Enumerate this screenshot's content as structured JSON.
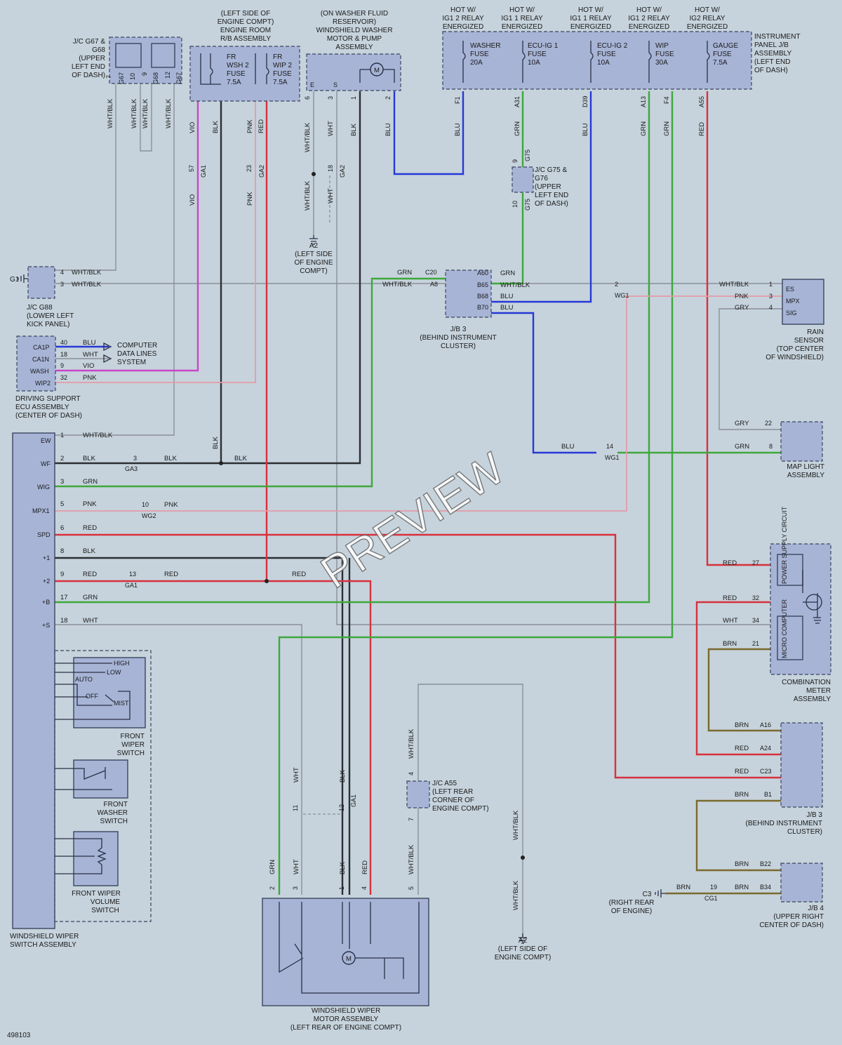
{
  "diagram_id": "498103",
  "watermark": "PREVIEW",
  "headers": {
    "h1": [
      "HOT W/",
      "IG1 2 RELAY",
      "ENERGIZED"
    ],
    "h2": [
      "HOT W/",
      "IG1 1 RELAY",
      "ENERGIZED"
    ],
    "h3": [
      "HOT W/",
      "IG1 1 RELAY",
      "ENERGIZED"
    ],
    "h4": [
      "HOT W/",
      "IG1 2 RELAY",
      "ENERGIZED"
    ],
    "h5": [
      "HOT W/",
      "IG2 RELAY",
      "ENERGIZED"
    ]
  },
  "fuses": {
    "washer": [
      "WASHER",
      "FUSE",
      "20A"
    ],
    "ecu_ig1": [
      "ECU-IG 1",
      "FUSE",
      "10A"
    ],
    "ecu_ig2": [
      "ECU-IG 2",
      "FUSE",
      "10A"
    ],
    "wip": [
      "WIP",
      "FUSE",
      "30A"
    ],
    "gauge": [
      "GAUGE",
      "FUSE",
      "7.5A"
    ],
    "fr_wsh2": [
      "FR",
      "WSH 2",
      "FUSE",
      "7.5A"
    ],
    "fr_wip2": [
      "FR",
      "WIP 2",
      "FUSE",
      "7.5A"
    ]
  },
  "components": {
    "jc_g67": [
      "J/C G67 &",
      "G68",
      "(UPPER",
      "LEFT END",
      "OF DASH)"
    ],
    "rb_assembly": [
      "(LEFT SIDE OF",
      "ENGINE COMPT)",
      "ENGINE ROOM",
      "R/B ASSEMBLY"
    ],
    "washer_motor": [
      "(ON WASHER FLUID",
      "RESERVOIR)",
      "WINDSHIELD WASHER",
      "MOTOR & PUMP",
      "ASSEMBLY"
    ],
    "ip_jb": [
      "INSTRUMENT",
      "PANEL J/B",
      "ASSEMBLY",
      "(LEFT END",
      "OF DASH)"
    ],
    "jc_g75": [
      "J/C G75 &",
      "G76",
      "(UPPER",
      "LEFT END",
      "OF DASH)"
    ],
    "ground_a2_top": [
      "A2",
      "(LEFT SIDE",
      "OF ENGINE",
      "COMPT)"
    ],
    "jc_g88": [
      "J/C G88",
      "(LOWER LEFT",
      "KICK PANEL)"
    ],
    "ground_g1": "G1",
    "jb3_top": [
      "J/B 3",
      "(BEHIND INSTRUMENT",
      "CLUSTER)"
    ],
    "rain_sensor": [
      "RAIN",
      "SENSOR",
      "(TOP CENTER",
      "OF WINDSHIELD)"
    ],
    "driving_support": [
      "DRIVING SUPPORT",
      "ECU ASSEMBLY",
      "(CENTER OF DASH)"
    ],
    "computer_lines": [
      "COMPUTER",
      "DATA LINES",
      "SYSTEM"
    ],
    "map_light": [
      "MAP LIGHT",
      "ASSEMBLY"
    ],
    "combination_meter": [
      "COMBINATION",
      "METER",
      "ASSEMBLY"
    ],
    "power_supply": "POWER SUPPLY CIRCUIT",
    "micro_computer": "MICRO COMPUTER",
    "front_wiper_switch": [
      "FRONT",
      "WIPER",
      "SWITCH"
    ],
    "front_washer_switch": [
      "FRONT",
      "WASHER",
      "SWITCH"
    ],
    "front_wiper_volume": [
      "FRONT WIPER",
      "VOLUME",
      "SWITCH"
    ],
    "wiper_switch_assembly": [
      "WINDSHIELD WIPER",
      "SWITCH ASSEMBLY"
    ],
    "jc_a55": [
      "J/C A55",
      "(LEFT REAR",
      "CORNER OF",
      "ENGINE COMPT)"
    ],
    "jb3_bottom": [
      "J/B 3",
      "(BEHIND INSTRUMENT",
      "CLUSTER)"
    ],
    "ground_c3": [
      "C3",
      "(RIGHT REAR",
      "OF ENGINE)"
    ],
    "jb4": [
      "J/B 4",
      "(UPPER RIGHT",
      "CENTER OF DASH)"
    ],
    "ground_a2_bottom": [
      "A2",
      "(LEFT SIDE OF",
      "ENGINE COMPT)"
    ],
    "wiper_motor": [
      "WINDSHIELD WIPER",
      "MOTOR ASSEMBLY",
      "(LEFT REAR OF ENGINE COMPT)"
    ]
  },
  "switch_positions": {
    "high": "HIGH",
    "low": "LOW",
    "auto": "AUTO",
    "off": "OFF",
    "mist": "MIST"
  },
  "motor_pins": {
    "e": "E",
    "s": "S"
  },
  "rain_pins": {
    "es": "ES",
    "mpx": "MPX",
    "sig": "SIG"
  },
  "driving_pins": {
    "ca1p": "CA1P",
    "ca1n": "CA1N",
    "wash": "WASH",
    "wip2": "WIP2"
  },
  "switch_pins": {
    "ew": "EW",
    "wf": "WF",
    "wig": "WIG",
    "mpx1": "MPX1",
    "spd": "SPD",
    "p1": "+1",
    "p2": "+2",
    "pb": "+B",
    "ps": "+S"
  },
  "motor_symbol": "M",
  "left_terminals": [
    {
      "id": "t1",
      "pin": "1",
      "wire": "WHT/BLK"
    },
    {
      "id": "t2",
      "pin": "2",
      "wire": "BLK"
    },
    {
      "id": "t3",
      "pin": "3",
      "wire": "GRN"
    },
    {
      "id": "t4",
      "pin": "5",
      "wire": "PNK"
    },
    {
      "id": "t5",
      "pin": "6",
      "wire": "RED"
    },
    {
      "id": "t6",
      "pin": "8",
      "wire": "BLK"
    },
    {
      "id": "t7",
      "pin": "9",
      "wire": "RED"
    },
    {
      "id": "t8",
      "pin": "17",
      "wire": "GRN"
    },
    {
      "id": "t9",
      "pin": "18",
      "wire": "WHT"
    }
  ],
  "connectors": {
    "g67": "G67",
    "g68": "G68",
    "g75": "G75",
    "ga1": "GA1",
    "ga2": "GA2",
    "ga3": "GA3",
    "wg1": "WG1",
    "wg2": "WG2",
    "cg1": "CG1"
  },
  "pins": {
    "p7": "7",
    "p10": "10",
    "p9": "9",
    "p12": "12",
    "p6": "6",
    "p3": "3",
    "p1": "1",
    "p2": "2",
    "f1": "F1",
    "a31": "A31",
    "d39": "D39",
    "a13": "A13",
    "f4": "F4",
    "a55": "A55",
    "p57": "57",
    "p23": "23",
    "p18": "18",
    "p4": "4",
    "p40": "40",
    "p32": "32",
    "c20": "C20",
    "a8": "A8",
    "a60": "A60",
    "b65": "B65",
    "b68": "B68",
    "b70": "B70",
    "p22": "22",
    "p8": "8",
    "p14": "14",
    "p13": "13",
    "p27": "27",
    "p34": "34",
    "p21": "21",
    "a16": "A16",
    "a24": "A24",
    "c23": "C23",
    "b1": "B1",
    "b22": "B22",
    "b34": "B34",
    "p11": "11",
    "p5": "5",
    "p19": "19"
  },
  "wires": {
    "wht_blk": "WHT/BLK",
    "vio": "VIO",
    "blk": "BLK",
    "pnk": "PNK",
    "red": "RED",
    "wht": "WHT",
    "blu": "BLU",
    "grn": "GRN",
    "gry": "GRY",
    "brn": "BRN"
  }
}
